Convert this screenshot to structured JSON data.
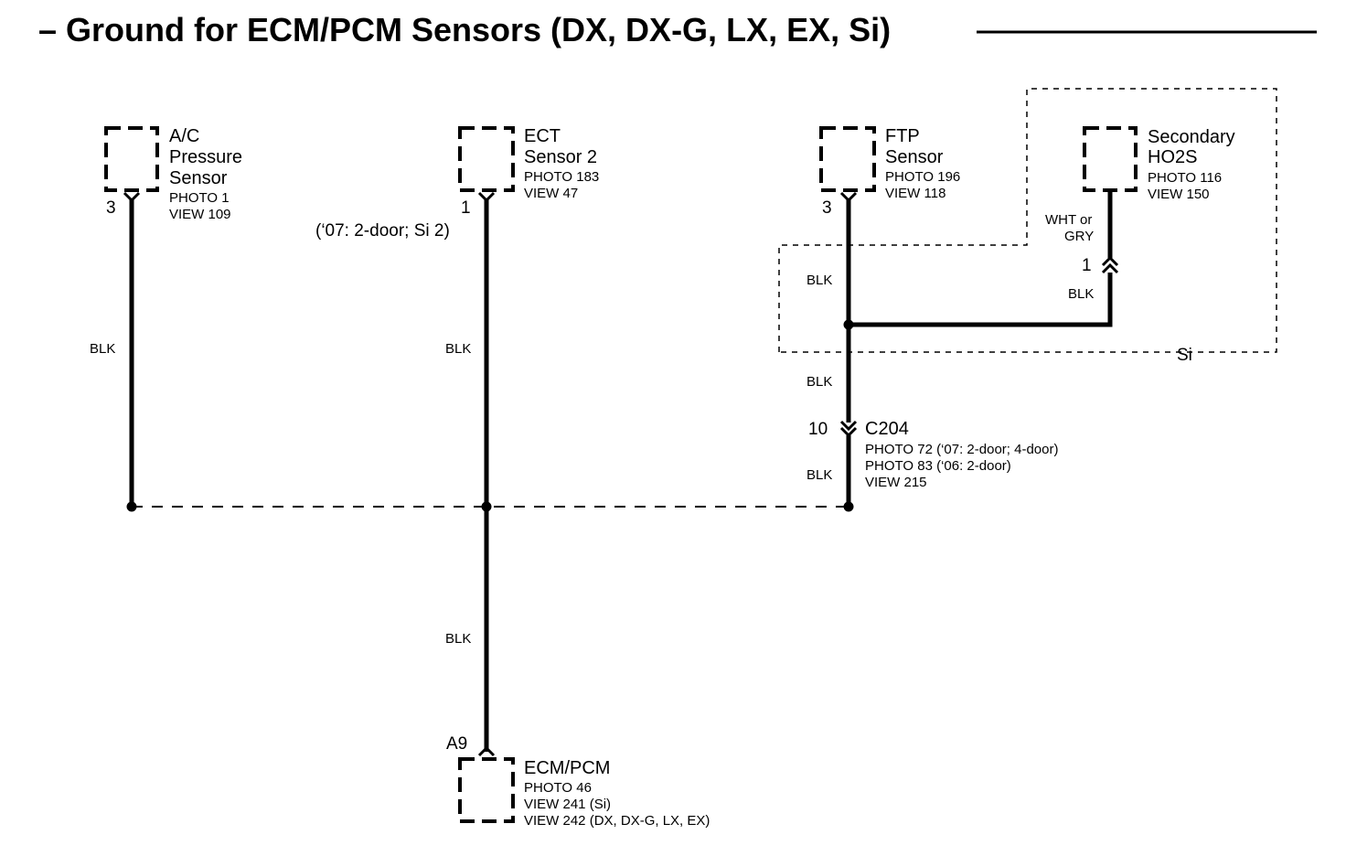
{
  "title": "– Ground for ECM/PCM Sensors (DX, DX-G, LX, EX, Si)",
  "components": {
    "ac_sensor": {
      "line1": "A/C",
      "line2": "Pressure",
      "line3": "Sensor",
      "photo": "PHOTO 1",
      "view": "VIEW 109",
      "pin": "3"
    },
    "ect_sensor": {
      "line1": "ECT",
      "line2": "Sensor 2",
      "photo": "PHOTO 183",
      "view": "VIEW 47",
      "pin": "1",
      "note": "(‘07: 2-door; Si 2)"
    },
    "ftp_sensor": {
      "line1": "FTP",
      "line2": "Sensor",
      "photo": "PHOTO 196",
      "view": "VIEW 118",
      "pin": "3"
    },
    "ho2s": {
      "line1": "Secondary",
      "line2": "HO2S",
      "photo": "PHOTO 116",
      "view": "VIEW 150",
      "wire1": "WHT or",
      "wire2": "GRY"
    },
    "ecm": {
      "line1": "ECM/PCM",
      "photo": "PHOTO 46",
      "view1": "VIEW 241 (Si)",
      "view2": "VIEW 242 (DX, DX-G, LX, EX)",
      "pin": "A9"
    }
  },
  "connectors": {
    "c204": {
      "name": "C204",
      "pin": "10",
      "photo1": "PHOTO 72 (‘07: 2-door; 4-door)",
      "photo2": "PHOTO 83 (‘06: 2-door)",
      "view": "VIEW 215"
    },
    "si_conn": {
      "pin": "1"
    }
  },
  "wires": {
    "ac": "BLK",
    "ect": "BLK",
    "ftp_upper": "BLK",
    "ftp_mid": "BLK",
    "ftp_lower": "BLK",
    "ho2s_lower": "BLK",
    "ecm": "BLK"
  },
  "option_label": "Si"
}
